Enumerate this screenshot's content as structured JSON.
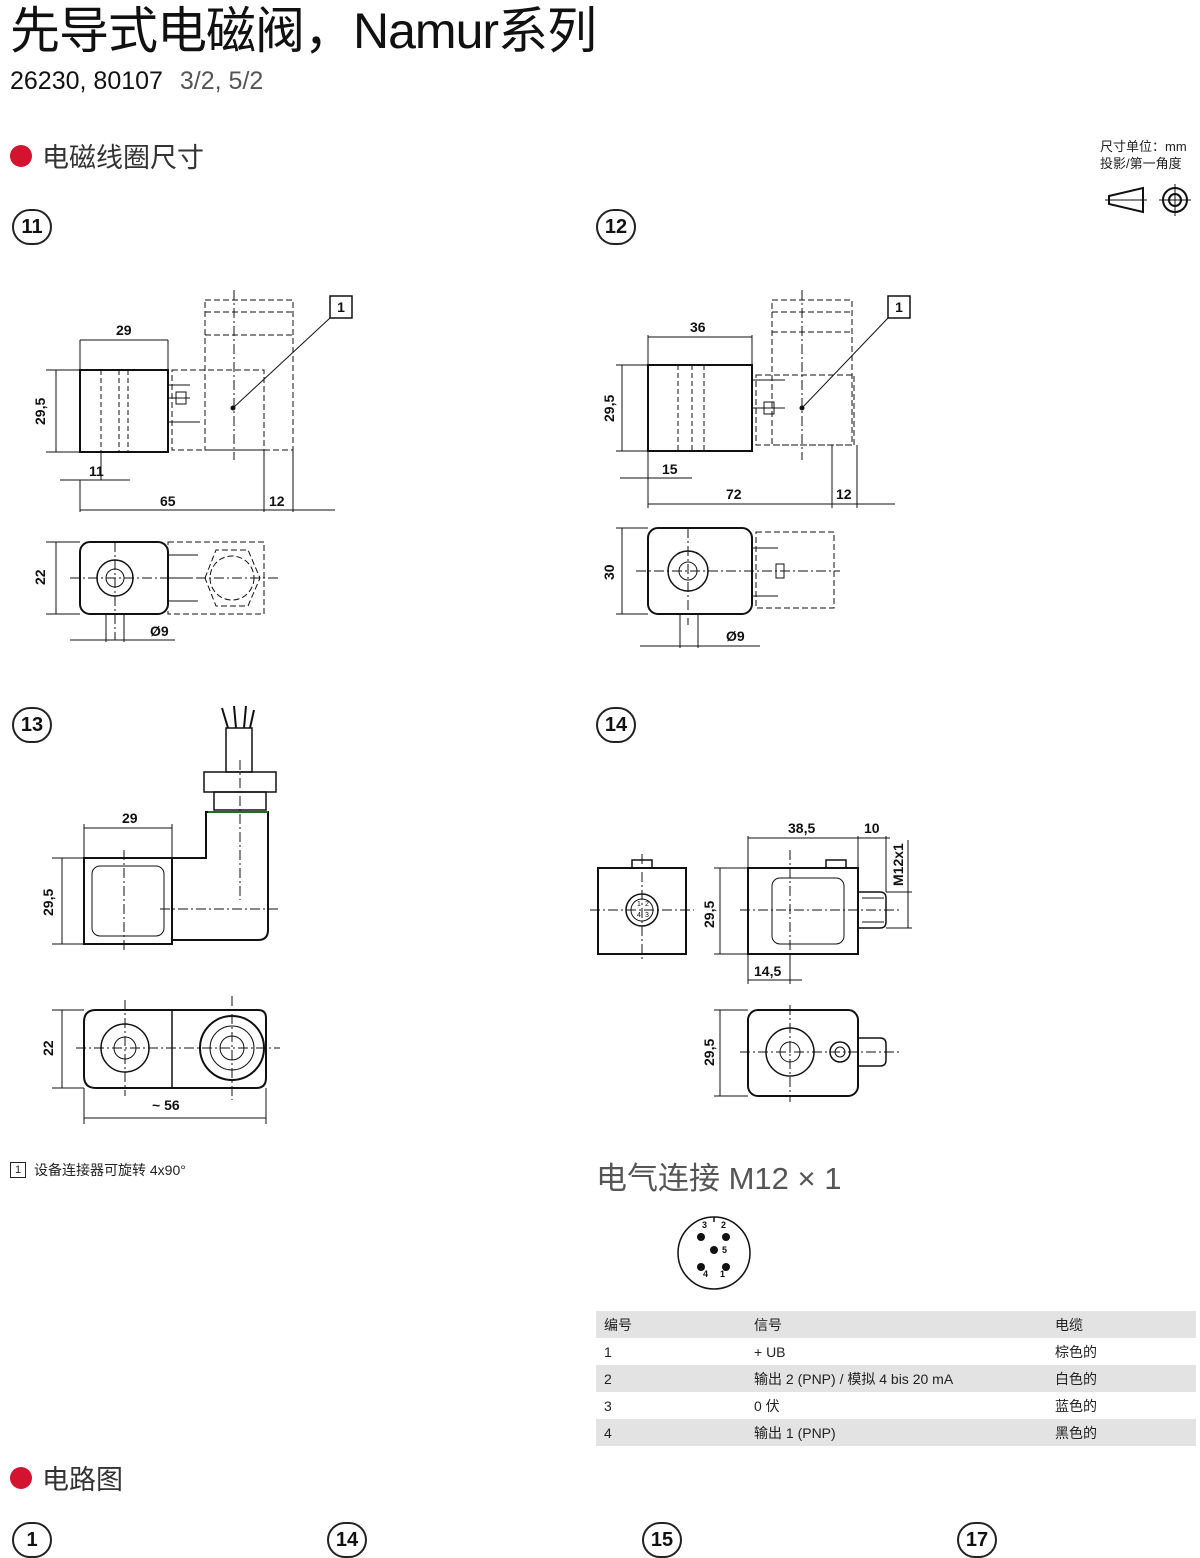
{
  "header": {
    "title": "先导式电磁阀，Namur系列",
    "codes": "26230, 80107",
    "types": "3/2, 5/2"
  },
  "section_coil": {
    "title": "电磁线圈尺寸"
  },
  "units": {
    "line1": "尺寸单位：mm",
    "line2": "投影/第一角度"
  },
  "figures": {
    "f11": {
      "badge": "11",
      "callout": "1",
      "dims": {
        "w": "29",
        "h": "29,5",
        "offset": "11",
        "len": "65",
        "ext": "12",
        "depth": "22",
        "dia": "Ø9"
      }
    },
    "f12": {
      "badge": "12",
      "callout": "1",
      "dims": {
        "w": "36",
        "h": "29,5",
        "offset": "15",
        "len": "72",
        "ext": "12",
        "depth": "30",
        "dia": "Ø9"
      }
    },
    "f13": {
      "badge": "13",
      "dims": {
        "w": "29",
        "h": "29,5",
        "depth": "22",
        "len": "~ 56"
      }
    },
    "f14": {
      "badge": "14",
      "dims": {
        "w": "38,5",
        "ext": "10",
        "thread": "M12x1",
        "h": "29,5",
        "offset": "14,5",
        "h2": "29,5"
      }
    }
  },
  "note": {
    "box": "1",
    "text": "设备连接器可旋转 4x90°"
  },
  "connection": {
    "title": "电气连接 M12 × 1",
    "pins": [
      "1",
      "2",
      "3",
      "4",
      "5"
    ],
    "table": {
      "headers": [
        "编号",
        "信号",
        "电缆"
      ],
      "rows": [
        [
          "1",
          "+ UB",
          "棕色的"
        ],
        [
          "2",
          "输出 2 (PNP) / 模拟 4 bis 20 mA",
          "白色的"
        ],
        [
          "3",
          "0 伏",
          "蓝色的"
        ],
        [
          "4",
          "输出 1 (PNP)",
          "黑色的"
        ]
      ]
    }
  },
  "section_circuit": {
    "title": "电路图"
  },
  "circuit_badges": [
    "1",
    "14",
    "15",
    "17"
  ],
  "colors": {
    "accent": "#d3132f",
    "table_shade": "#e3e3e3"
  }
}
